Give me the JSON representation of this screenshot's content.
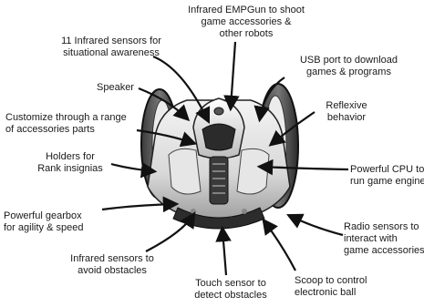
{
  "labels": {
    "emp_gun": [
      "Infrared EMPGun to shoot",
      "game accessories &",
      "other robots"
    ],
    "ir_sensors_awareness": [
      "11 Infrared sensors for",
      "situational awareness"
    ],
    "usb_port": [
      "USB port to download",
      "games & programs"
    ],
    "speaker": [
      "Speaker"
    ],
    "reflexive": [
      "Reflexive",
      "behavior"
    ],
    "customize": [
      "Customize through a range",
      "of accessories parts"
    ],
    "holders": [
      "Holders for",
      "Rank insignias"
    ],
    "cpu": [
      "Powerful CPU to",
      "run game engine"
    ],
    "gearbox": [
      "Powerful gearbox",
      "for agility & speed"
    ],
    "radio": [
      "Radio sensors to",
      "interact with",
      "game accessories"
    ],
    "ir_obstacles": [
      "Infrared sensors to",
      "avoid obstacles"
    ],
    "scoop": [
      "Scoop to control",
      "electronic ball"
    ],
    "touch": [
      "Touch sensor to",
      "detect obstacles"
    ]
  }
}
